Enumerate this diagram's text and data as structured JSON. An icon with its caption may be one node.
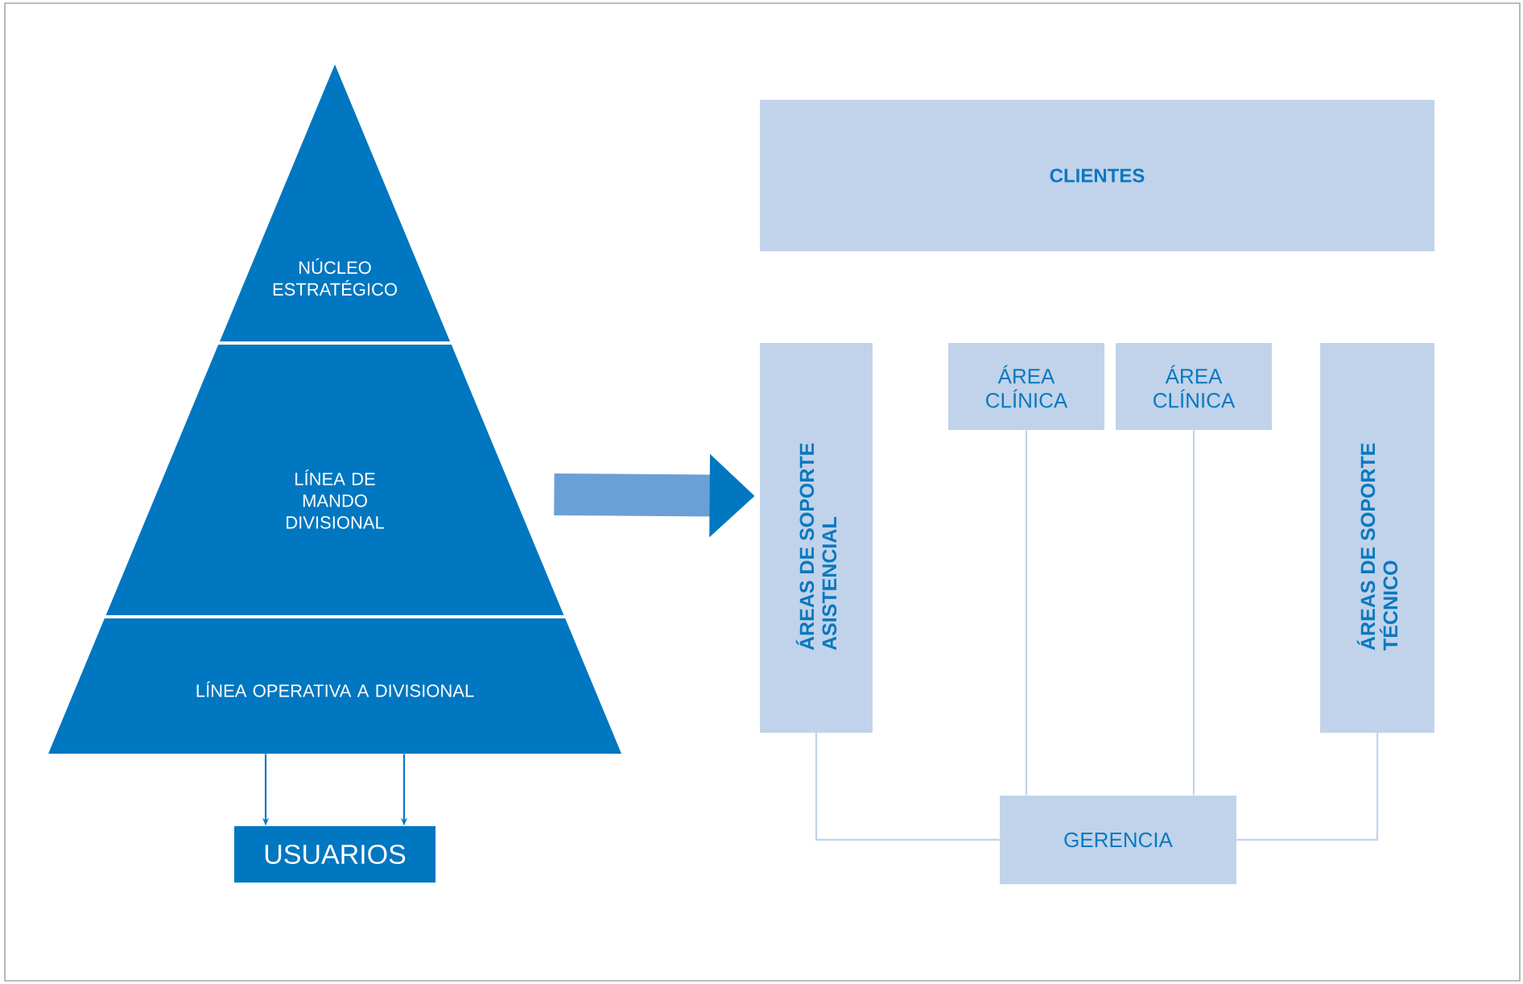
{
  "diagram": {
    "nodes": [
      {
        "text": [
          "NÚCLEO ESTRATÉGICO"
        ]
      },
      {
        "text": [
          "LÍNEA DE MANDO DIVISIONAL"
        ]
      },
      {
        "text": [
          "LÍNEA OPERATIVA A DIVISIONAL"
        ]
      },
      {
        "text": [
          "USUARIOS"
        ]
      },
      {
        "text": [
          "CLIENTES"
        ]
      },
      {
        "text": [
          "ÁREAS DE SOPORTE ASISTENCIAL"
        ]
      },
      {
        "text": [
          "ÁREA CLÍNICA"
        ]
      },
      {
        "text": [
          "ÁREA CLÍNICA"
        ]
      },
      {
        "text": [
          "ÁREAS DE SOPORTE TÉCNICO"
        ]
      },
      {
        "text": [
          "GERENCIA"
        ]
      }
    ],
    "edges": [
      {
        "from": 2,
        "to": 3,
        "arrow": "to",
        "color": "#0a78c0"
      },
      {
        "from": 2,
        "to": 3,
        "arrow": "to",
        "color": "#0a78c0"
      },
      {
        "from": 1,
        "to": 5,
        "arrow": "to",
        "style": "thick"
      },
      {
        "from": 5,
        "to": 9,
        "arrow": "none"
      },
      {
        "from": 6,
        "to": 9,
        "arrow": "none"
      },
      {
        "from": 7,
        "to": 9,
        "arrow": "none"
      },
      {
        "from": 8,
        "to": 9,
        "arrow": "none"
      }
    ]
  }
}
